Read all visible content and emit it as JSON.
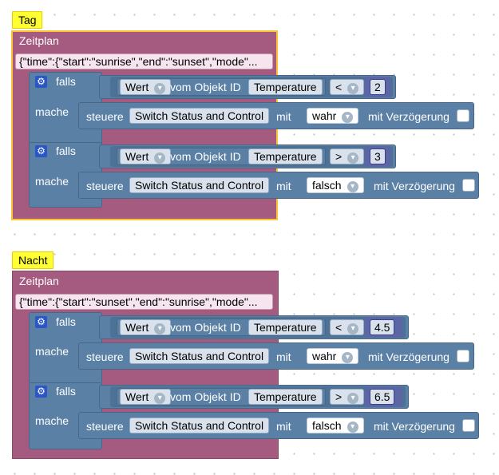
{
  "blocks": [
    {
      "label": "Tag",
      "title": "Zeitplan",
      "schedule": "{\"time\":{\"start\":\"sunrise\",\"end\":\"sunset\",\"mode\"...",
      "conditions": [
        {
          "if_label": "falls",
          "value_label": "Wert",
          "object_label": "vom Objekt ID",
          "object_id": "Temperature",
          "operator": "<",
          "threshold": "2",
          "then_label": "mache",
          "control_label": "steuere",
          "target": "Switch Status and Control",
          "with_label": "mit",
          "set_value": "wahr",
          "delay_label": "mit Verzögerung"
        },
        {
          "if_label": "falls",
          "value_label": "Wert",
          "object_label": "vom Objekt ID",
          "object_id": "Temperature",
          "operator": ">",
          "threshold": "3",
          "then_label": "mache",
          "control_label": "steuere",
          "target": "Switch Status and Control",
          "with_label": "mit",
          "set_value": "falsch",
          "delay_label": "mit Verzögerung"
        }
      ]
    },
    {
      "label": "Nacht",
      "title": "Zeitplan",
      "schedule": "{\"time\":{\"start\":\"sunset\",\"end\":\"sunrise\",\"mode\"...",
      "conditions": [
        {
          "if_label": "falls",
          "value_label": "Wert",
          "object_label": "vom Objekt ID",
          "object_id": "Temperature",
          "operator": "<",
          "threshold": "4.5",
          "then_label": "mache",
          "control_label": "steuere",
          "target": "Switch Status and Control",
          "with_label": "mit",
          "set_value": "wahr",
          "delay_label": "mit Verzögerung"
        },
        {
          "if_label": "falls",
          "value_label": "Wert",
          "object_label": "vom Objekt ID",
          "object_id": "Temperature",
          "operator": ">",
          "threshold": "6.5",
          "then_label": "mache",
          "control_label": "steuere",
          "target": "Switch Status and Control",
          "with_label": "mit",
          "set_value": "falsch",
          "delay_label": "mit Verzögerung"
        }
      ]
    }
  ],
  "icons": {
    "gear": "gear-icon",
    "checkbox": "checkbox-icon"
  },
  "colors": {
    "schedule_block": "#a55b80",
    "logic_block": "#5b80a5",
    "selection_outline": "#fbc531",
    "comment_label": "#ffff33",
    "math_block": "#5b67a5"
  }
}
